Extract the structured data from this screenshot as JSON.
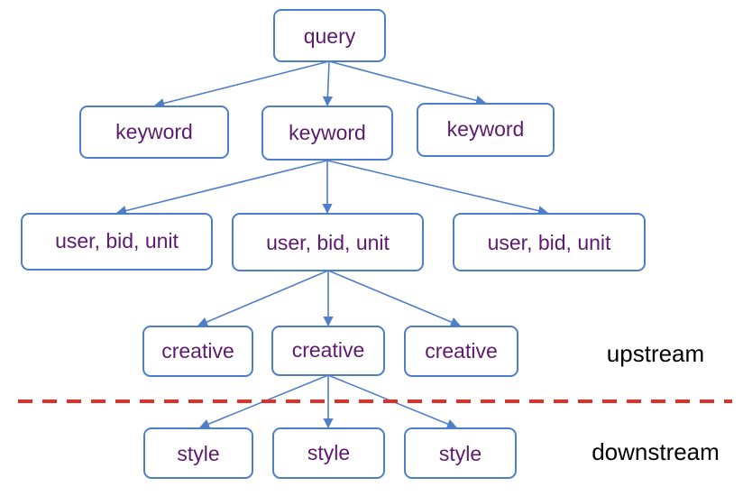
{
  "nodes": {
    "query": "query",
    "keyword_left": "keyword",
    "keyword_center": "keyword",
    "keyword_right": "keyword",
    "target_left": "user, bid, unit",
    "target_center": "user, bid, unit",
    "target_right": "user, bid, unit",
    "creative_left": "creative",
    "creative_center": "creative",
    "creative_right": "creative",
    "style_left": "style",
    "style_center": "style",
    "style_right": "style"
  },
  "zones": {
    "upper": "upstream",
    "lower": "downstream"
  },
  "colors": {
    "node_border": "#4f7ec9",
    "edge": "#4f7ec9",
    "node_text": "#5e1a6e",
    "divider": "#e0302a"
  }
}
